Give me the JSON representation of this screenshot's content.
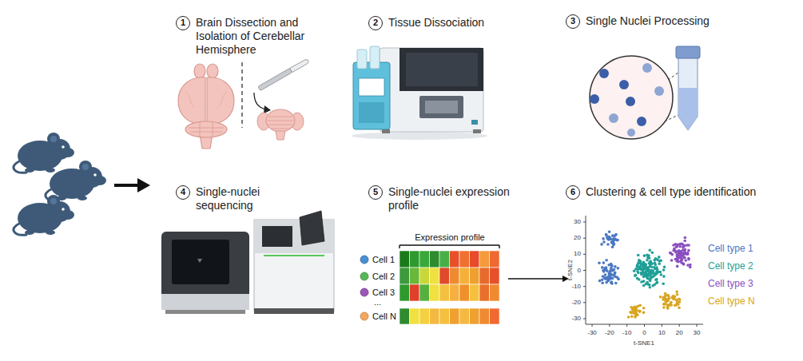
{
  "diagram": {
    "nodes": [
      {
        "text": [
          "1",
          "Brain Dissection and Isolation of Cerebellar Hemisphere"
        ]
      },
      {
        "text": [
          "2",
          "Tissue Dissociation"
        ]
      },
      {
        "text": [
          "3",
          "Single Nuclei Processing"
        ]
      },
      {
        "text": [
          "4",
          "Single-nuclei sequencing"
        ]
      },
      {
        "text": [
          "5",
          "Single-nuclei expression profile"
        ]
      },
      {
        "text": [
          "6",
          "Clustering & cell type identification"
        ]
      }
    ],
    "labels": [
      "Expression profile",
      "Cell 1",
      "Cell 2",
      "Cell 3",
      "...",
      "Cell N",
      "30",
      "20",
      "10",
      "0",
      "-10",
      "-20",
      "-30",
      "-30",
      "-20",
      "-10",
      "0",
      "10",
      "20",
      "30",
      "t-SNE1",
      "t-SNE2"
    ],
    "legend": [
      {
        "text": "Cell type 1",
        "color": "#4a78c2"
      },
      {
        "text": "Cell type 2",
        "color": "#1fa097"
      },
      {
        "text": "Cell type 3",
        "color": "#8a4fbf"
      },
      {
        "text": "Cell type N",
        "color": "#d9a520"
      }
    ]
  }
}
